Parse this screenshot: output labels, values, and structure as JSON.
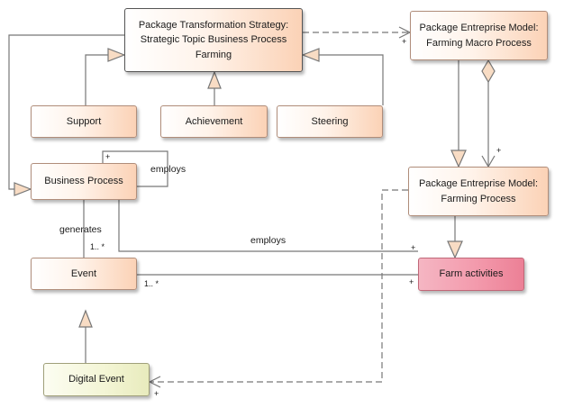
{
  "nodes": {
    "strategy": {
      "label": "Package Transformation Strategy: Strategic Topic Business Process Farming"
    },
    "macro_model": {
      "label": "Package Entreprise Model: Farming Macro Process"
    },
    "support": {
      "label": "Support"
    },
    "achievement": {
      "label": "Achievement"
    },
    "steering": {
      "label": "Steering"
    },
    "business_process": {
      "label": "Business Process"
    },
    "process_model": {
      "label": "Package Entreprise Model: Farming Process"
    },
    "event": {
      "label": "Event"
    },
    "farm_activities": {
      "label": "Farm activities"
    },
    "digital_event": {
      "label": "Digital Event"
    }
  },
  "edges": {
    "employs_self": {
      "label": "employs"
    },
    "generates": {
      "label": "generates",
      "target_multiplicity": "1.. *"
    },
    "employs_farm": {
      "label": "employs",
      "target_multiplicity": "+"
    },
    "event_farm": {
      "source_multiplicity": "1.. *",
      "target_multiplicity": "+"
    },
    "self_loop_multiplicity": "+",
    "strategy_macro_multiplicity": "+",
    "macro_process_multiplicity": "+",
    "digital_multiplicity": "+"
  }
}
